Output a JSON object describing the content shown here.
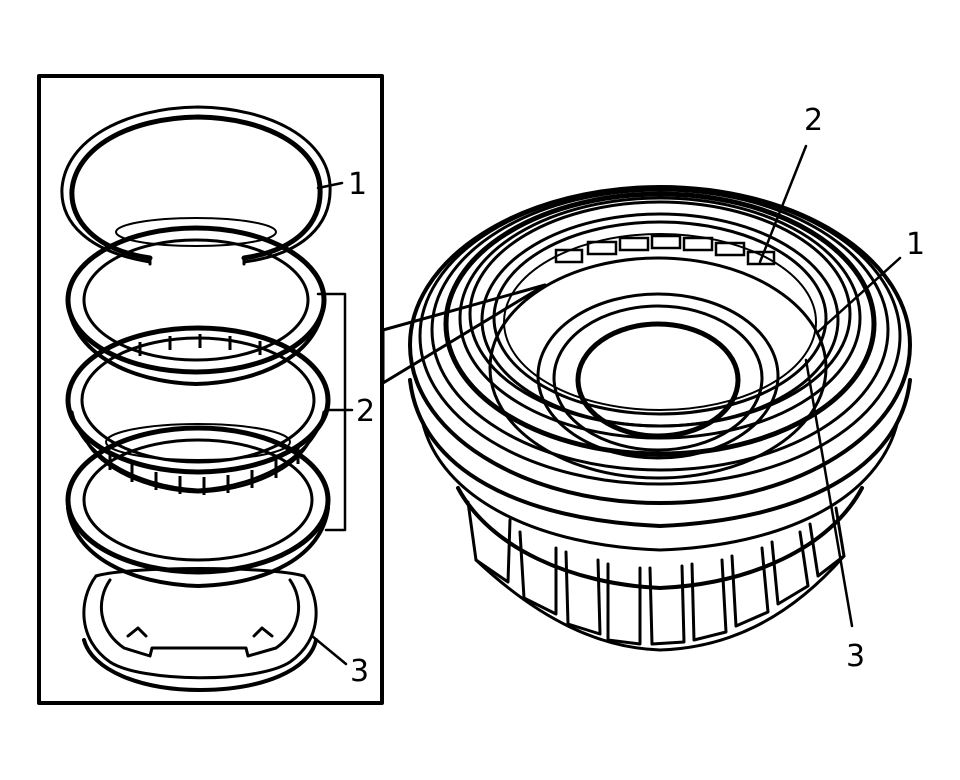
{
  "callouts": {
    "inset_ring_1": "1",
    "inset_bearing_group_2": "2",
    "inset_race_3": "3",
    "assembly_2": "2",
    "assembly_1": "1",
    "assembly_3": "3"
  },
  "colors": {
    "line": "#000000",
    "background": "#ffffff"
  }
}
